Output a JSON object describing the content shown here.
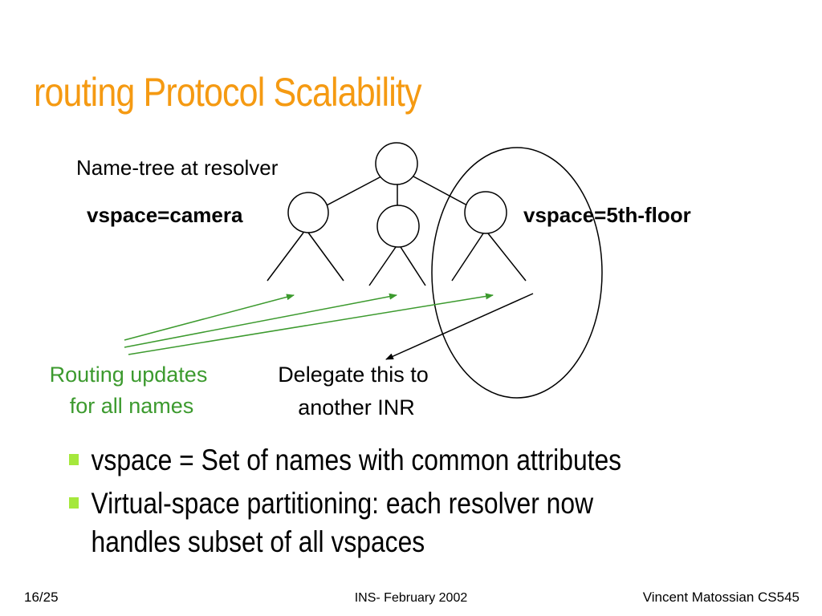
{
  "theme": {
    "title_color": "#f59a12",
    "accent_green": "#3c9a2e",
    "bullet_color": "#a5e83c"
  },
  "slide": {
    "title": "routing Protocol Scalability"
  },
  "diagram": {
    "tree_label": "Name-tree at resolver",
    "vspace_left": "vspace=camera",
    "vspace_right": "vspace=5th-floor",
    "routing_label_line1": "Routing updates",
    "routing_label_line2": "for all names",
    "delegate_label_line1": "Delegate this to",
    "delegate_label_line2": "another INR"
  },
  "bullets": [
    {
      "text": "vspace = Set of names with common attributes"
    },
    {
      "text": "Virtual-space partitioning: each resolver now handles subset of all vspaces"
    }
  ],
  "footer": {
    "page": "16/25",
    "center": "INS- February 2002",
    "author": "Vincent Matossian CS545"
  }
}
